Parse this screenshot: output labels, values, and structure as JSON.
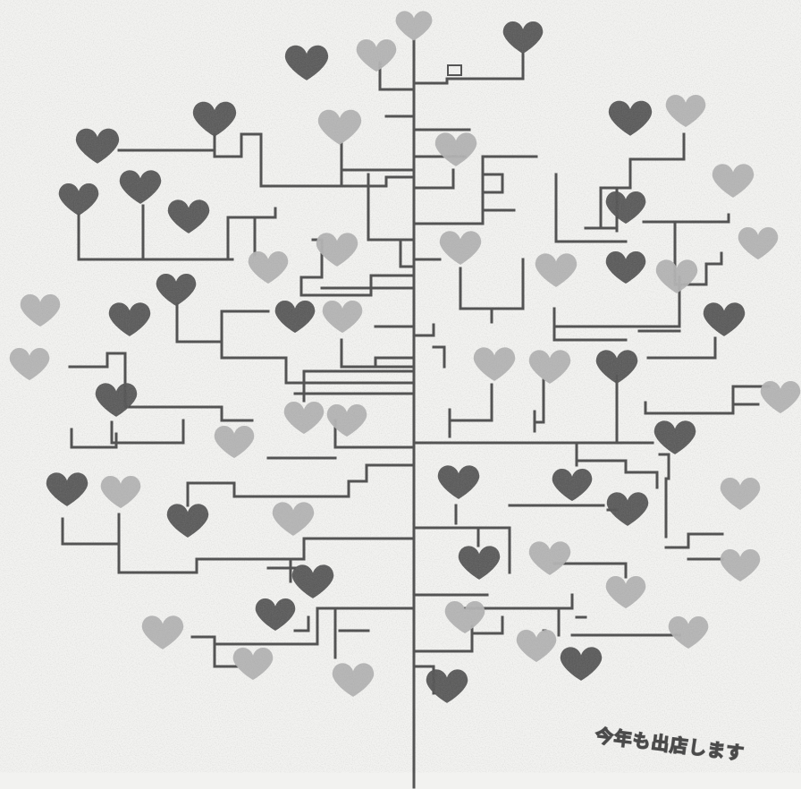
{
  "caption": "今年も出店します",
  "colors": {
    "background": "#f2f2f0",
    "branch": "#555555",
    "heart_dark": "#686868",
    "heart_light": "#b9b9b9"
  },
  "icons": [
    "heart-icon",
    "small-box-icon"
  ],
  "heart_shades": [
    "dark",
    "light",
    "light",
    "dark",
    "dark",
    "light",
    "dark",
    "light",
    "dark",
    "dark",
    "dark",
    "light",
    "light",
    "light",
    "light",
    "dark",
    "light",
    "dark",
    "light",
    "dark",
    "light",
    "light",
    "dark",
    "dark",
    "dark",
    "light",
    "dark",
    "light",
    "light",
    "dark",
    "light",
    "light",
    "dark",
    "light",
    "light",
    "light",
    "dark",
    "light",
    "dark",
    "light",
    "dark",
    "dark",
    "dark",
    "light",
    "dark",
    "light",
    "dark",
    "light",
    "light",
    "light",
    "light",
    "light",
    "dark",
    "light",
    "light",
    "light",
    "dark",
    "dark",
    "light",
    "dark",
    "light",
    "dark",
    "dark",
    "dark",
    "dark",
    "light",
    "dark",
    "light",
    "dark"
  ]
}
